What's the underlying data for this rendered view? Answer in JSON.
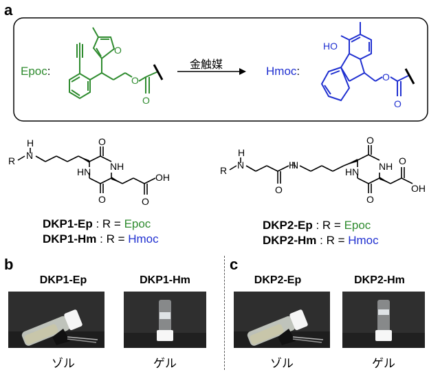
{
  "panel_a": {
    "letter": "a",
    "reaction": {
      "reactant_label": "Epoc",
      "catalyst_label": "金触媒",
      "product_label": "Hmoc",
      "colon": ":"
    }
  },
  "structures": {
    "dkp1": {
      "atoms": {
        "R": "R",
        "N": "N",
        "H": "H",
        "NH": "NH",
        "HN": "HN",
        "O": "O",
        "OH": "OH"
      },
      "names": [
        {
          "prefix": "DKP1-Ep",
          "sep": " : R = ",
          "value": "Epoc",
          "color": "#2e8b2e"
        },
        {
          "prefix": "DKP1-Hm",
          "sep": " : R = ",
          "value": "Hmoc",
          "color": "#1f2fd0"
        }
      ]
    },
    "dkp2": {
      "atoms": {
        "R": "R",
        "N": "N",
        "H": "H",
        "NH": "NH",
        "HN": "HN",
        "O": "O",
        "OH": "OH"
      },
      "names": [
        {
          "prefix": "DKP2-Ep",
          "sep": " : R = ",
          "value": "Epoc",
          "color": "#2e8b2e"
        },
        {
          "prefix": "DKP2-Hm",
          "sep": " : R = ",
          "value": "Hmoc",
          "color": "#1f2fd0"
        }
      ]
    }
  },
  "panel_b": {
    "letter": "b",
    "samples": [
      {
        "title": "DKP1-Ep",
        "caption": "ゾル"
      },
      {
        "title": "DKP1-Hm",
        "caption": "ゲル"
      }
    ]
  },
  "panel_c": {
    "letter": "c",
    "samples": [
      {
        "title": "DKP2-Ep",
        "caption": "ゾル"
      },
      {
        "title": "DKP2-Hm",
        "caption": "ゲル"
      }
    ]
  },
  "colors": {
    "epoc": "#2e8b2e",
    "hmoc": "#1f2fd0",
    "black": "#000000"
  }
}
